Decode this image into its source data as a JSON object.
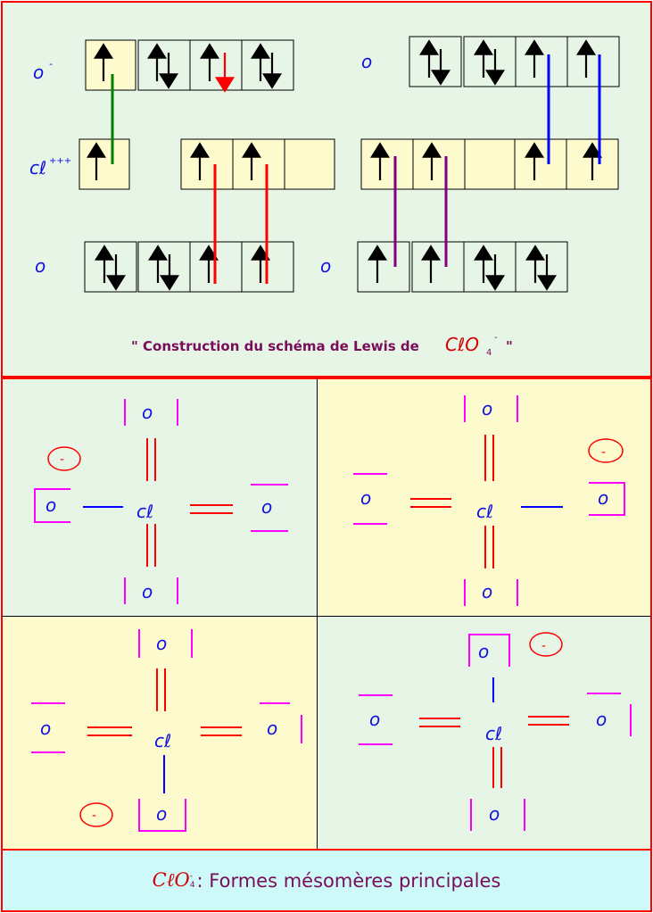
{
  "top": {
    "labels": {
      "o_minus": "o",
      "o_minus_charge": "-",
      "cl": "cℓ",
      "cl_charge": "+++",
      "o_right": "o",
      "o_bottom_left": "o",
      "o_bottom_right": "o"
    },
    "construction_caption": {
      "prefix": "\" Construction du schéma de Lewis de",
      "formula": "CℓO",
      "subscript": "4",
      "superscript": "-",
      "suffix": "\""
    }
  },
  "lewis": {
    "atom_o": "o",
    "atom_cl": "cℓ",
    "charge": "-"
  },
  "footer": {
    "formula": "CℓO",
    "subscript": "4",
    "superscript": "-",
    "text": ": Formes mésomères principales"
  },
  "colors": {
    "border_red": "#ff0000",
    "green_panel": "#e6f5e6",
    "yellow_panel": "#fdfacd",
    "footer_cyan": "#cdf9f9",
    "atom_blue": "#1010e0",
    "bond_red": "#ff0000",
    "bracket_magenta": "#ff00ff",
    "caption_purple": "#7a0d5a"
  }
}
